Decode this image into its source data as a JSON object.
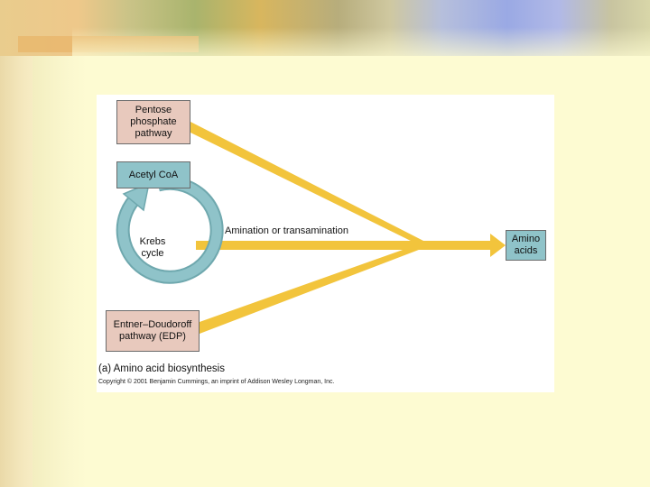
{
  "nodes": {
    "pentose": "Pentose\nphosphate\npathway",
    "acetyl": "Acetyl CoA",
    "krebs": "Krebs\ncycle",
    "entner": "Entner–Doudoroff\npathway (EDP)",
    "amino": "Amino\nacids"
  },
  "edge_label": "Amination or transamination",
  "caption": "(a) Amino acid biosynthesis",
  "copyright": "Copyright © 2001 Benjamin Cummings, an imprint of Addison Wesley Longman, Inc.",
  "colors": {
    "arrow": "#f2c43c",
    "pathway_box": "#e8c9bd",
    "teal": "#8fc3c9"
  }
}
